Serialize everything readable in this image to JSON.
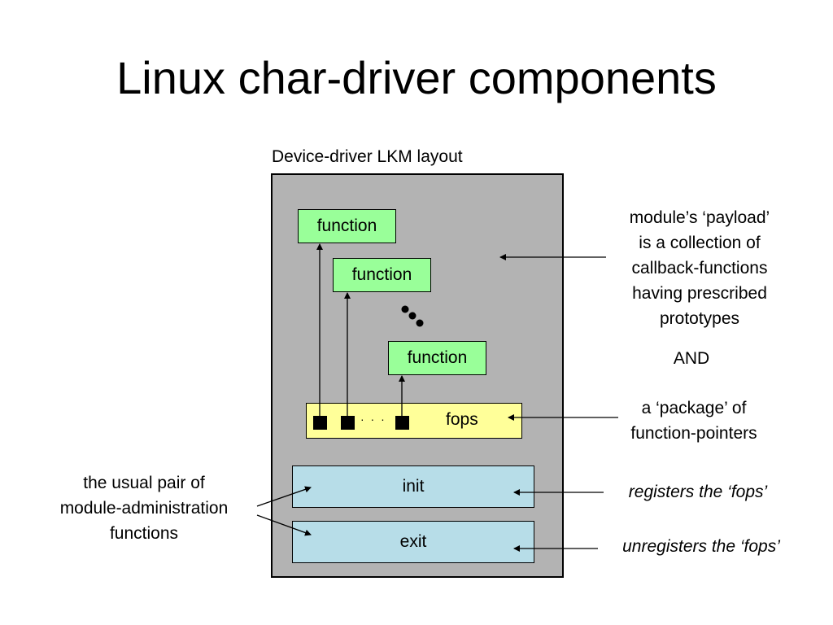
{
  "title": "Linux char-driver components",
  "diagram_caption": "Device-driver LKM layout",
  "module": {
    "functions": [
      "function",
      "function",
      "function"
    ],
    "fops_label": "fops",
    "fops_ellipsis": "· · ·",
    "init_label": "init",
    "exit_label": "exit"
  },
  "annotations": {
    "payload": [
      "module’s ‘payload’",
      "is a collection of",
      "callback-functions",
      "having prescribed",
      "prototypes"
    ],
    "and": "AND",
    "package": [
      "a ‘package’ of",
      "function-pointers"
    ],
    "registers": "registers the ‘fops’",
    "unregisters": "unregisters the ‘fops’",
    "admin": [
      "the usual pair of",
      "module-administration",
      "functions"
    ]
  },
  "colors": {
    "module_bg": "#b3b3b3",
    "function_bg": "#99ff99",
    "fops_bg": "#ffff99",
    "admin_bg": "#b7dde8"
  }
}
